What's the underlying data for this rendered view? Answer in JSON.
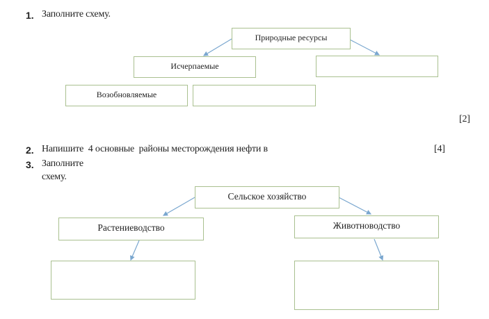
{
  "q1": {
    "number": "1.",
    "text": "Заполните схему.",
    "score": "[2]",
    "diagram": {
      "root": "Природные ресурсы",
      "left": "Исчерпаемые",
      "right": "",
      "bottom_left": "Возобновляемые",
      "bottom_right": ""
    }
  },
  "q2": {
    "number": "2.",
    "text": "Напишите  4 основные  районы месторождения нефти в",
    "score": "[4]"
  },
  "q3": {
    "number": "3.",
    "text_line1": "Заполните",
    "text_line2": "схему.",
    "diagram": {
      "root": "Сельское хозяйство",
      "left": "Растениеводство",
      "right": "Животноводство",
      "left_child": "",
      "right_child": ""
    }
  },
  "colors": {
    "box_border": "#a9c08f",
    "arrow": "#7aa7cf"
  }
}
